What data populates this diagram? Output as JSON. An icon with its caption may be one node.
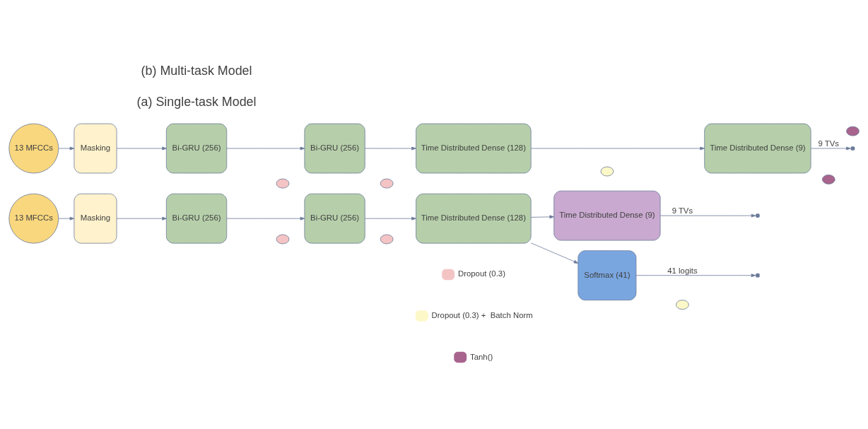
{
  "diagram": {
    "nodes": [
      {
        "text": [
          "13 MFCCs"
        ]
      },
      {
        "text": [
          "Masking"
        ]
      },
      {
        "text": [
          "Bi-GRU (256)"
        ]
      },
      {
        "text": [
          "Bi-GRU (256)"
        ]
      },
      {
        "text": [
          "Time Distributed Dense (128)"
        ]
      },
      {
        "text": [
          "Time Distributed Dense (9)"
        ]
      },
      {
        "text": [
          "13 MFCCs"
        ]
      },
      {
        "text": [
          "Masking"
        ]
      },
      {
        "text": [
          "Bi-GRU (256)"
        ]
      },
      {
        "text": [
          "Bi-GRU (256)"
        ]
      },
      {
        "text": [
          "Time Distributed Dense (128)"
        ]
      },
      {
        "text": [
          "Time Distributed Dense (9)"
        ]
      },
      {
        "text": [
          "Softmax (41)"
        ]
      },
      {
        "text": [],
        "shape": "ellipse"
      },
      {
        "text": [],
        "shape": "ellipse"
      },
      {
        "text": [],
        "shape": "ellipse"
      },
      {
        "text": [],
        "shape": "ellipse"
      },
      {
        "text": [],
        "shape": "ellipse"
      },
      {
        "text": [],
        "shape": "ellipse"
      },
      {
        "text": [],
        "shape": "ellipse"
      },
      {
        "text": [],
        "shape": "ellipse"
      }
    ],
    "edges": [
      {
        "from": 0,
        "to": 1,
        "arrow": "to"
      },
      {
        "from": 1,
        "to": 2,
        "arrow": "to"
      },
      {
        "from": 2,
        "to": 3,
        "arrow": "to"
      },
      {
        "from": 3,
        "to": 4,
        "arrow": "to"
      },
      {
        "from": 4,
        "to": 5,
        "arrow": "to"
      },
      {
        "from": 5,
        "to": null,
        "arrow": "to",
        "label": "9 TVs"
      },
      {
        "from": 6,
        "to": 7,
        "arrow": "to"
      },
      {
        "from": 7,
        "to": 8,
        "arrow": "to"
      },
      {
        "from": 8,
        "to": 9,
        "arrow": "to"
      },
      {
        "from": 9,
        "to": 10,
        "arrow": "to"
      },
      {
        "from": 10,
        "to": 11,
        "arrow": "to"
      },
      {
        "from": 10,
        "to": 12,
        "arrow": "to"
      },
      {
        "from": 11,
        "to": null,
        "arrow": "to",
        "label": "9 TVs"
      },
      {
        "from": 12,
        "to": null,
        "arrow": "to",
        "label": "41 logits"
      }
    ],
    "labels": [
      "(a) Single-task Model",
      "(b) Multi-task Model"
    ],
    "legend": [
      {
        "text": "Dropout (0.3)",
        "color": "#f4c4c4"
      },
      {
        "text": "Dropout (0.3) +  Batch Norm",
        "color": "#fdf8c8"
      },
      {
        "text": "Tanh()",
        "color": "#a8648c"
      }
    ]
  }
}
